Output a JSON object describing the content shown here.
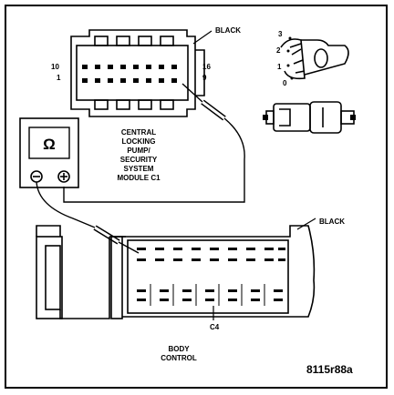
{
  "labels": {
    "black_top": "BLACK",
    "pin_10": "10",
    "pin_1": "1",
    "pin_16": "16",
    "pin_9": "9",
    "module_line1": "CENTRAL",
    "module_line2": "LOCKING",
    "module_line3": "PUMP/",
    "module_line4": "SECURITY",
    "module_line5": "SYSTEM",
    "module_line6": "MODULE C1",
    "ohm_symbol": "Ω",
    "key_pos_3": "3",
    "key_pos_2": "2",
    "key_pos_1": "1",
    "key_pos_0": "0",
    "black_bottom": "BLACK",
    "connector_c4": "C4",
    "body_control_line1": "BODY",
    "body_control_line2": "CONTROL",
    "figure_id": "8115r88a"
  },
  "colors": {
    "ink": "#000000",
    "paper": "#ffffff"
  }
}
